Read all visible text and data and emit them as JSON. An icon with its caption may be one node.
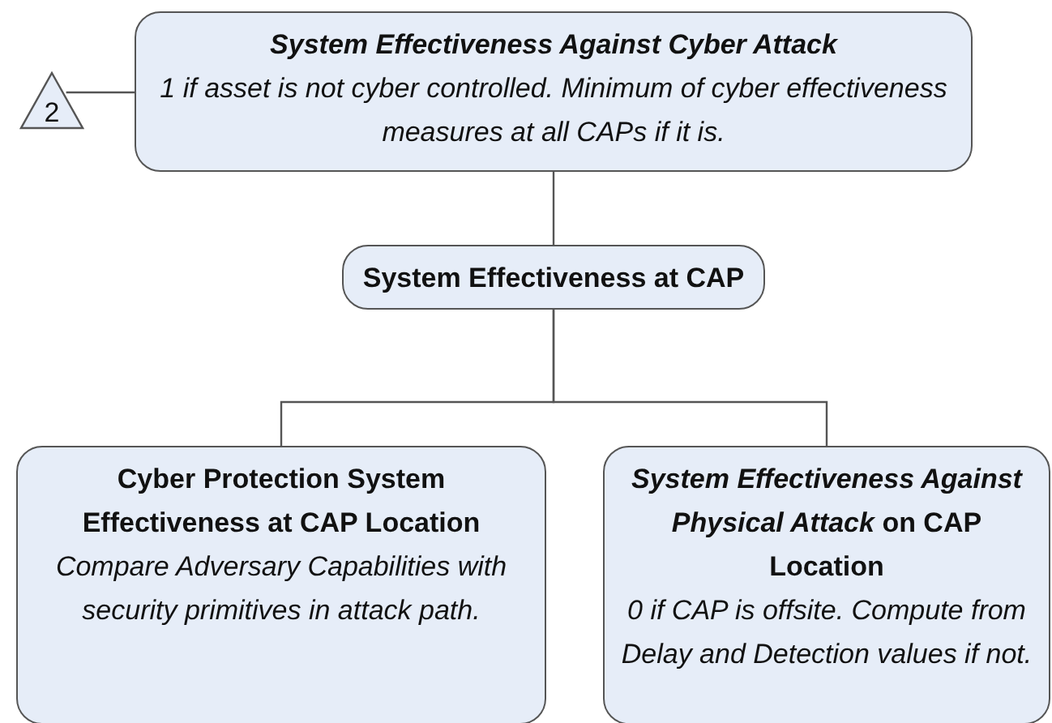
{
  "diagram": {
    "nodes": [
      {
        "text": [
          "System Effectiveness Against Cyber Attack",
          "1 if asset is not cyber controlled.  Minimum of cyber effectiveness measures at all CAPs if it is."
        ]
      },
      {
        "text": [
          "2"
        ]
      },
      {
        "text": [
          "System Effectiveness at CAP"
        ]
      },
      {
        "text": [
          "Cyber Protection System Effectiveness at CAP Location",
          "Compare Adversary Capabilities with security primitives in attack path."
        ]
      },
      {
        "text": [
          "*System Effectiveness Against Physical Attack* on CAP Location",
          "0 if CAP is offsite. Compute from Delay and Detection values if not."
        ]
      }
    ],
    "edges": [
      {
        "from": 1,
        "to": 0,
        "arrow": "none"
      },
      {
        "from": 0,
        "to": 2,
        "arrow": "none"
      },
      {
        "from": 2,
        "to": 3,
        "arrow": "none"
      },
      {
        "from": 2,
        "to": 4,
        "arrow": "none"
      }
    ]
  }
}
